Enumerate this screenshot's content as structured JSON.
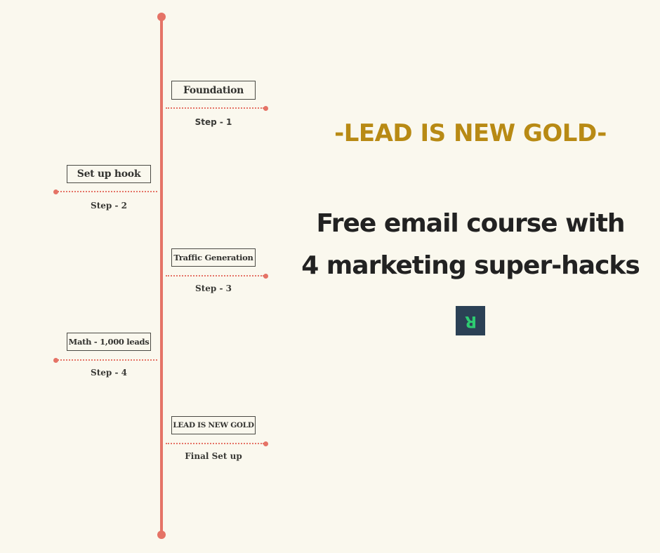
{
  "colors": {
    "background": "#faf8ee",
    "timeline": "#e57366",
    "headline_gold": "#b88a14",
    "headline_dark": "#222222",
    "logo_bg": "#2b4155",
    "logo_fg": "#2ecc71"
  },
  "timeline": {
    "steps": [
      {
        "title": "Foundation",
        "label": "Step - 1",
        "side": "right"
      },
      {
        "title": "Set up hook",
        "label": "Step - 2",
        "side": "left"
      },
      {
        "title": "Traffic Generation",
        "label": "Step - 3",
        "side": "right"
      },
      {
        "title": "Math - 1,000 leads",
        "label": "Step - 4",
        "side": "left"
      },
      {
        "title": "LEAD IS NEW GOLD",
        "label": "Final Set up",
        "side": "right"
      }
    ]
  },
  "headline": {
    "tagline": "-LEAD IS NEW GOLD-",
    "line1": "Free email course with",
    "line2": "4 marketing super-hacks"
  },
  "logo": {
    "glyph": "R",
    "icon": "brand-logo-icon"
  }
}
